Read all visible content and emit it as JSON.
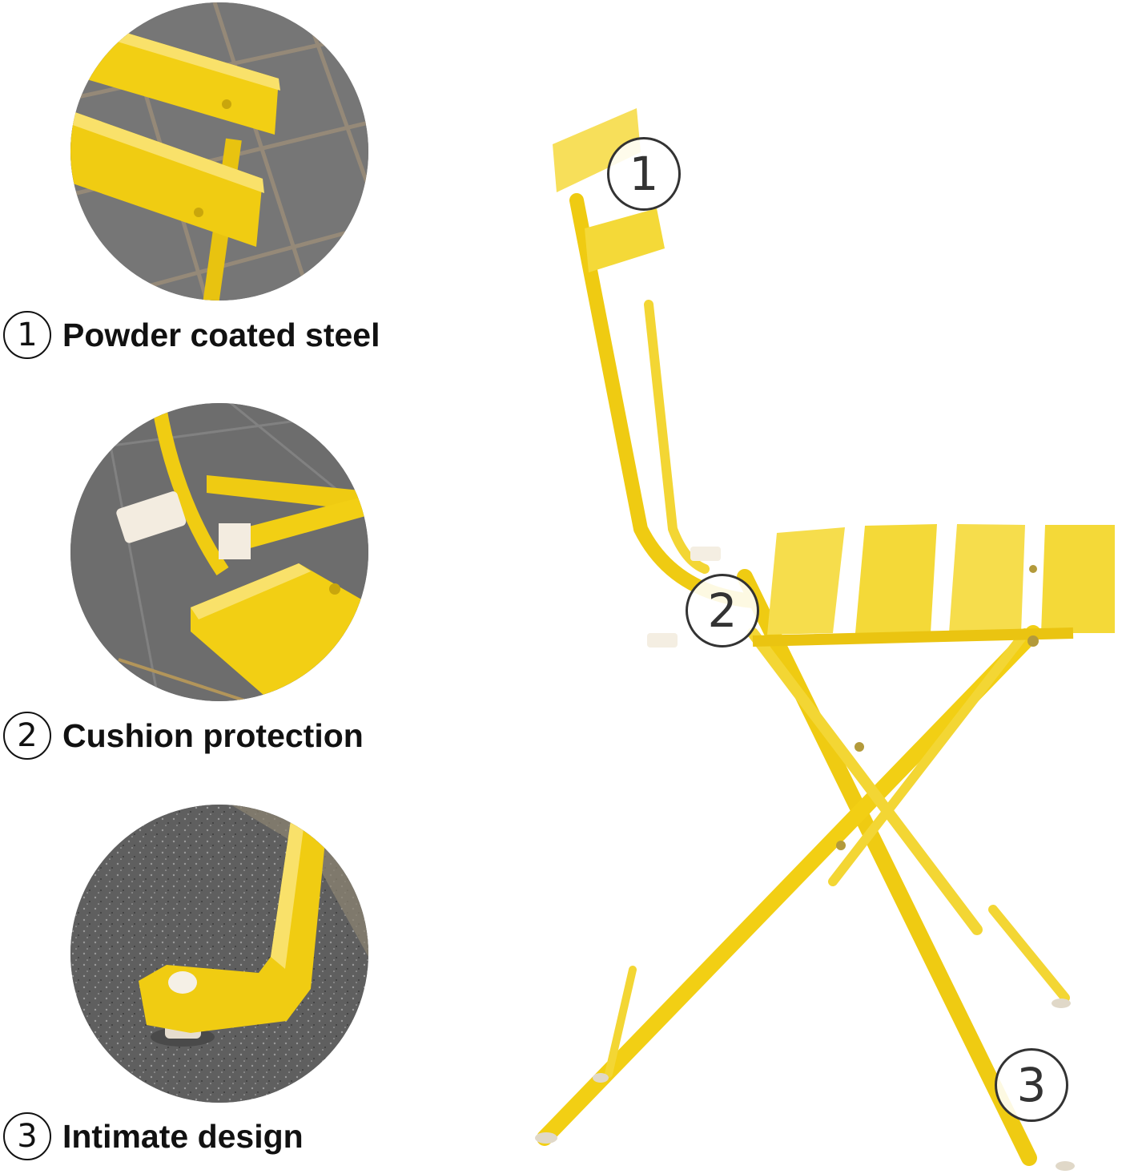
{
  "features": [
    {
      "number": "1",
      "label": "Powder coated steel"
    },
    {
      "number": "2",
      "label": "Cushion protection"
    },
    {
      "number": "3",
      "label": "Intimate design"
    }
  ],
  "callouts": [
    "1",
    "2",
    "3"
  ],
  "colors": {
    "chair_yellow": "#f2d21a",
    "chair_highlight": "#f8e66a",
    "pavement_gray": "#6f6f6f",
    "text": "#111111"
  }
}
